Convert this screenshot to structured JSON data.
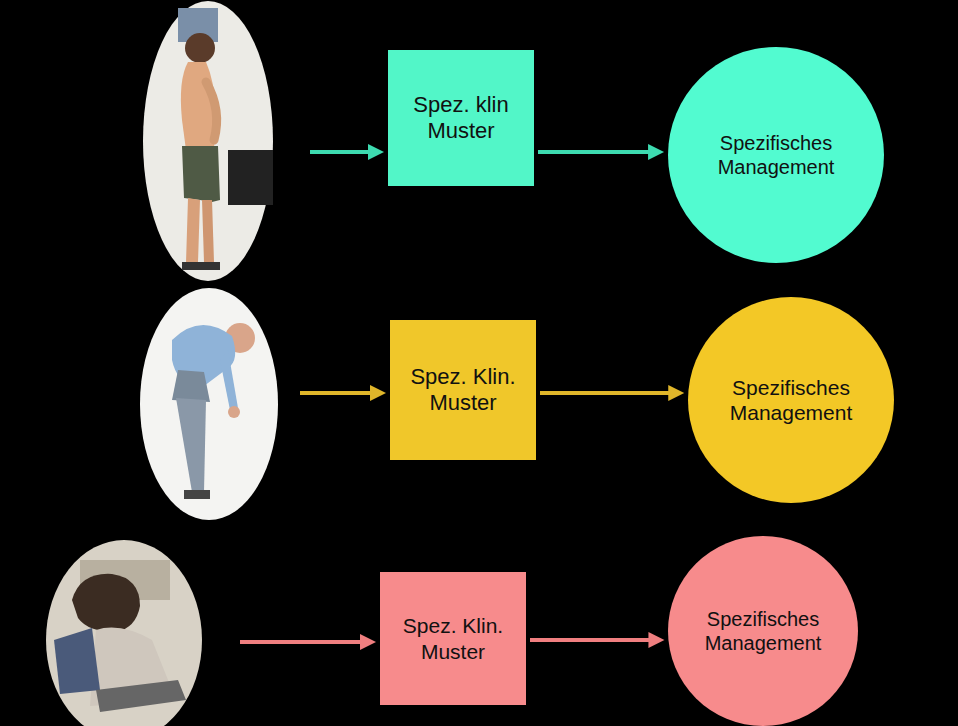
{
  "diagram": {
    "nodes": [
      {
        "text": [
          "Spez. klin Muster"
        ]
      },
      {
        "text": [
          "Spezifisches Management"
        ]
      },
      {
        "text": [
          "Spez. Klin. Muster"
        ]
      },
      {
        "text": [
          "Spezifisches Management"
        ]
      },
      {
        "text": [
          "Spez. Klin. Muster"
        ]
      },
      {
        "text": [
          "Spezifisches Management"
        ]
      }
    ],
    "edges": [
      {
        "from": 0,
        "to": 1,
        "arrow": "to"
      },
      {
        "from": 2,
        "to": 3,
        "arrow": "to"
      },
      {
        "from": 4,
        "to": 5,
        "arrow": "to"
      }
    ]
  }
}
